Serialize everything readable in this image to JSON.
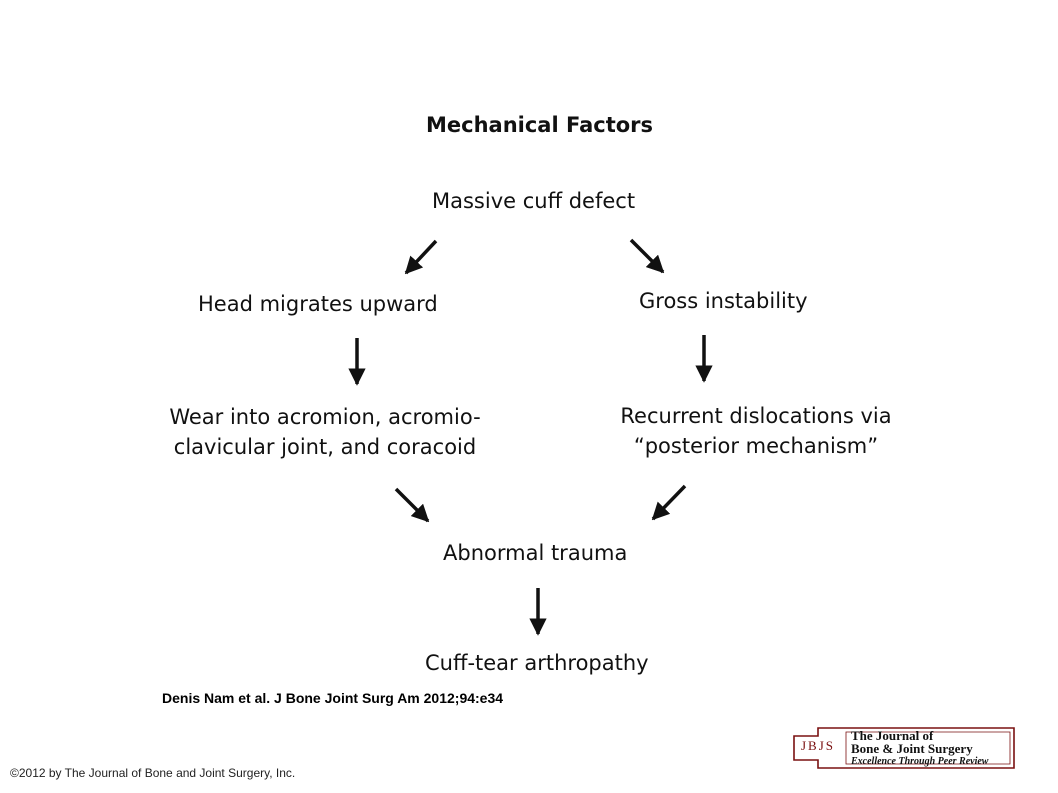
{
  "diagram": {
    "title": "Mechanical Factors",
    "root": "Massive cuff defect",
    "left_branch": {
      "step1": "Head migrates upward",
      "step2_line1": "Wear into acromion, acromio-",
      "step2_line2": "clavicular joint, and coracoid"
    },
    "right_branch": {
      "step1": "Gross instability",
      "step2_line1": "Recurrent dislocations via",
      "step2_line2": "“posterior mechanism”"
    },
    "merge": "Abnormal trauma",
    "outcome": "Cuff-tear arthropathy",
    "arrow_color": "#111111"
  },
  "citation": "Denis Nam et al. J Bone Joint Surg Am 2012;94:e34",
  "copyright": "©2012 by The Journal of Bone and Joint Surgery, Inc.",
  "logo": {
    "abbr": "JBJS",
    "line1": "The Journal of",
    "line2": "Bone & Joint Surgery",
    "tagline": "Excellence Through Peer Review",
    "frame_color": "#7a1010"
  }
}
